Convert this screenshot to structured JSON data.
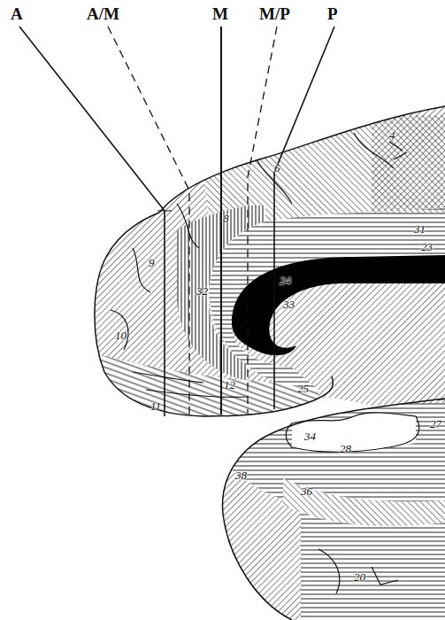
{
  "diagram": {
    "labels": [
      "A",
      "A/M",
      "M",
      "M/P",
      "P",
      "6",
      "4",
      "8",
      "9",
      "32",
      "24",
      "31",
      "23",
      "33",
      "10",
      "12",
      "11",
      "25",
      "27",
      "34",
      "28",
      "38",
      "36",
      "20"
    ]
  }
}
